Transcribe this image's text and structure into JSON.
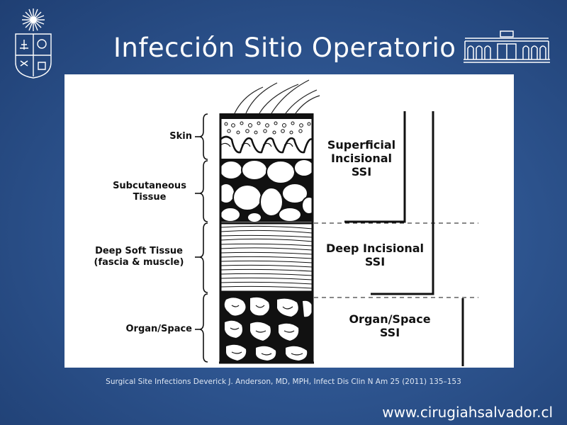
{
  "slide": {
    "title": "Infección Sitio Operatorio",
    "citation": "Surgical Site Infections Deverick J. Anderson, MD, MPH, Infect Dis Clin N Am 25 (2011) 135–153",
    "website": "www.cirugiahsalvador.cl"
  },
  "diagram": {
    "layers": [
      {
        "label": "Skin"
      },
      {
        "label": "Subcutaneous\nTissue"
      },
      {
        "label": "Deep Soft Tissue\n(fascia & muscle)"
      },
      {
        "label": "Organ/Space"
      }
    ],
    "ssi_regions": [
      {
        "label": "Superficial\nIncisional\nSSI"
      },
      {
        "label": "Deep Incisional\nSSI"
      },
      {
        "label": "Organ/Space\nSSI"
      }
    ]
  },
  "colors": {
    "background": "#2e5590",
    "panel": "#ffffff",
    "ink": "#111111",
    "title": "#ffffff"
  }
}
